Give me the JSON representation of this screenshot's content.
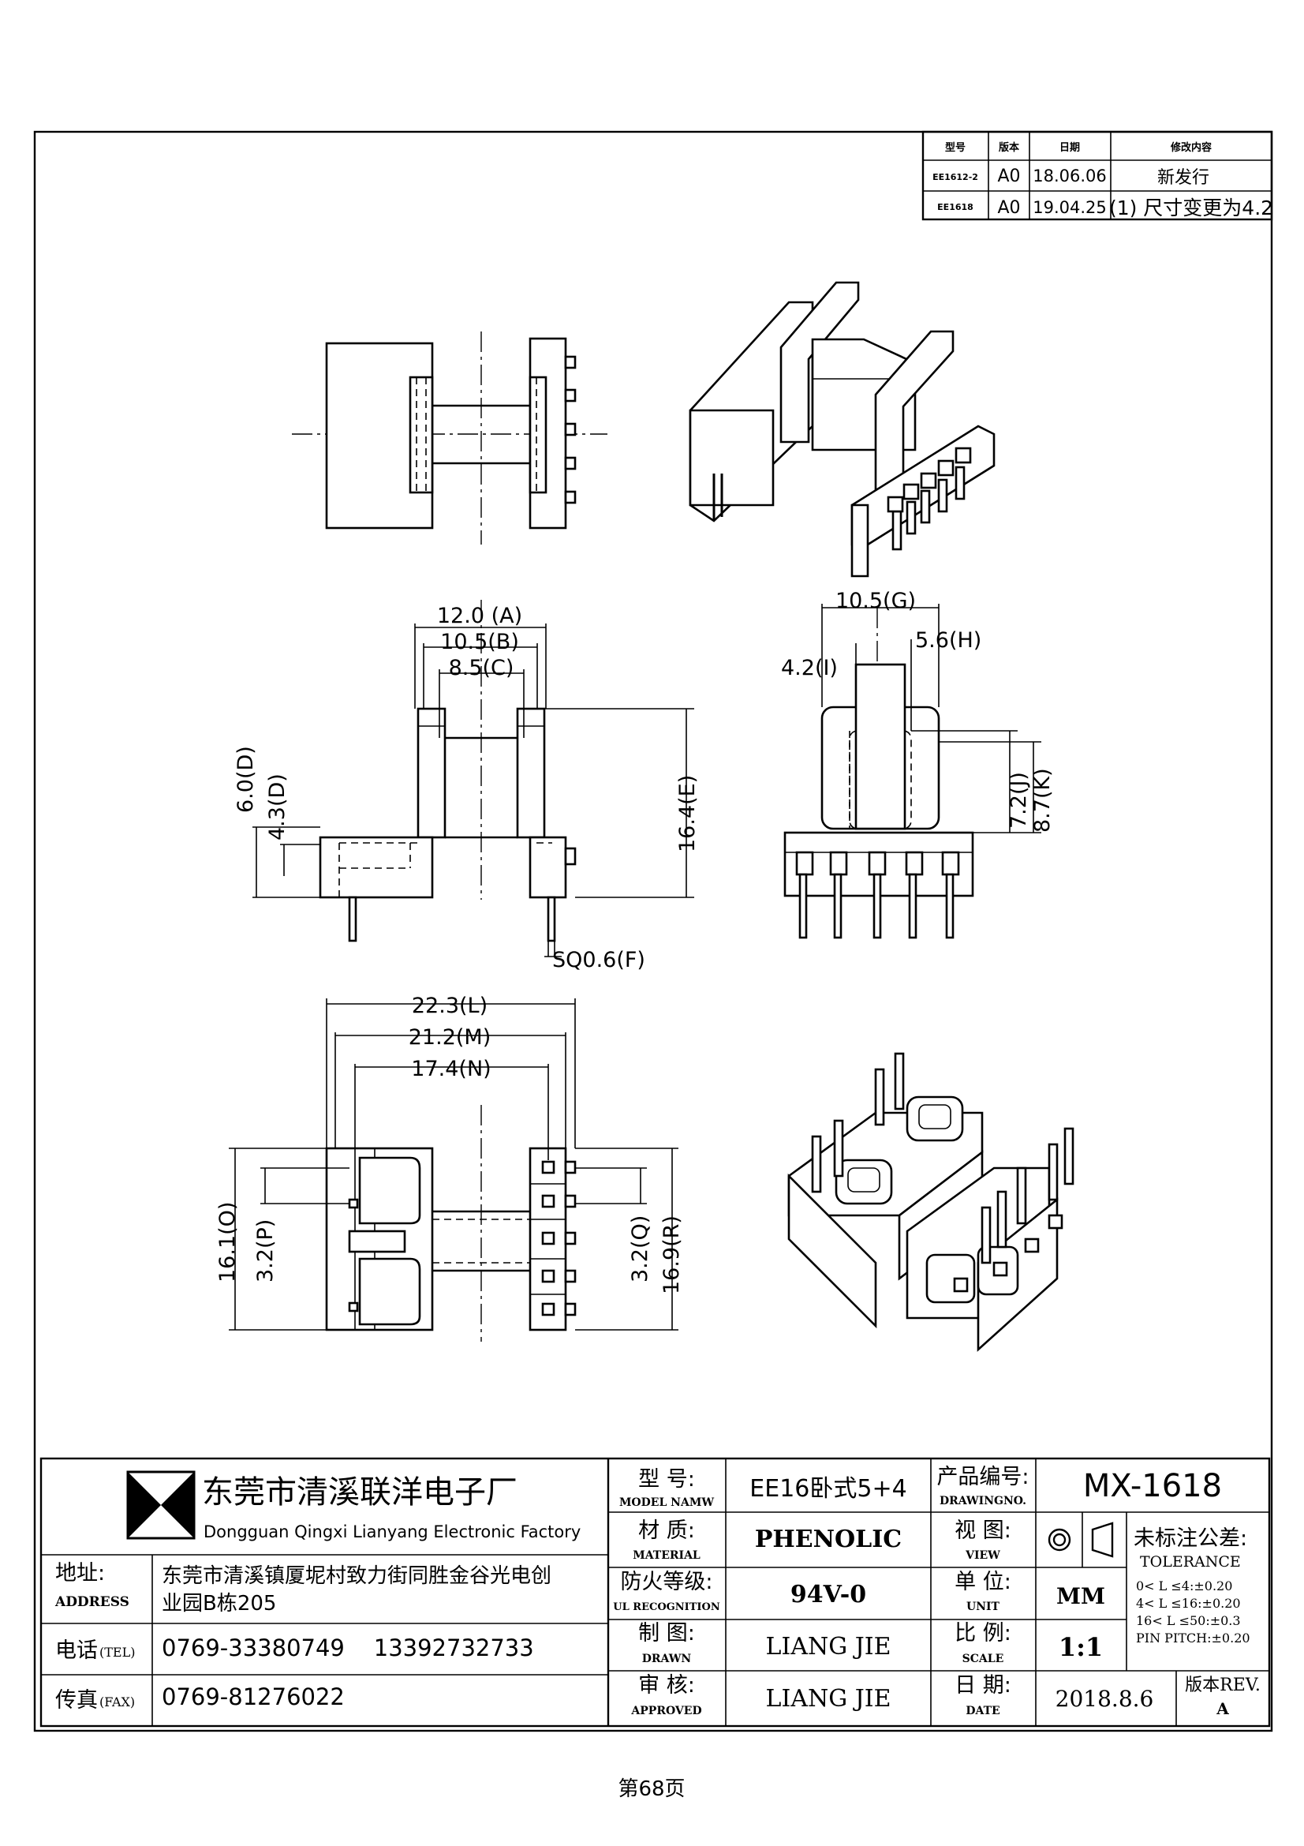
{
  "revision_table": {
    "headers": [
      "型号",
      "版本",
      "日期",
      "修改内容"
    ],
    "rows": [
      {
        "model": "EE1612-2",
        "version": "A0",
        "date": "18.06.06",
        "content": "新发行"
      },
      {
        "model": "EE1618",
        "version": "A0",
        "date": "19.04.25",
        "content": "(1) 尺寸变更为4.2"
      }
    ]
  },
  "dimensions": {
    "A": "12.0 (A)",
    "B": "10.5(B)",
    "C": "8.5(C)",
    "D1": "6.0(D)",
    "D2": "4.3(D)",
    "E": "16.4(E)",
    "F": "SQ0.6(F)",
    "G": "10.5(G)",
    "H": "5.6(H)",
    "I": "4.2(I)",
    "J": "7.2(J)",
    "K": "8.7(K)",
    "L": "22.3(L)",
    "M": "21.2(M)",
    "N": "17.4(N)",
    "O": "16.1(O)",
    "P": "3.2(P)",
    "Q": "3.2(Q)",
    "R": "16.9(R)"
  },
  "title_block": {
    "company_cn": "东莞市清溪联洋电子厂",
    "company_en": "Dongguan Qingxi Lianyang Electronic Factory",
    "address_label": "地址:",
    "address_label_en": "ADDRESS",
    "address_line1": "东莞市清溪镇厦坭村致力街同胜金谷光电创",
    "address_line2": "业园B栋205",
    "tel_label": "电话",
    "tel_label_en": "(TEL)",
    "tel_value": "0769-33380749    13392732733",
    "fax_label": "传真",
    "fax_label_en": "(FAX)",
    "fax_value": "0769-81276022",
    "model_label": "型  号:",
    "model_label_en": "MODEL NAMW",
    "model_value": "EE16卧式5+4",
    "drawing_no_label": "产品编号:",
    "drawing_no_label_en": "DRAWINGNO.",
    "drawing_no_value": "MX-1618",
    "material_label": "材  质:",
    "material_label_en": "MATERIAL",
    "material_value": "PHENOLIC",
    "view_label": "视  图:",
    "view_label_en": "VIEW",
    "ul_label": "防火等级:",
    "ul_label_en": "UL RECOGNITION",
    "ul_value": "94V-0",
    "unit_label": "单  位:",
    "unit_label_en": "UNIT",
    "unit_value": "MM",
    "drawn_label": "制  图:",
    "drawn_label_en": "DRAWN",
    "drawn_value": "LIANG JIE",
    "scale_label": "比  例:",
    "scale_label_en": "SCALE",
    "scale_value": "1:1",
    "approved_label": "审  核:",
    "approved_label_en": "APPROVED",
    "approved_value": "LIANG JIE",
    "date_label": "日  期:",
    "date_label_en": "DATE",
    "date_value": "2018.8.6",
    "rev_label": "版本REV.",
    "rev_value": "A",
    "tolerance_title": "未标注公差:",
    "tolerance_title_en": "TOLERANCE",
    "tolerance_lines": [
      "0< L ≤4:±0.20",
      "4< L ≤16:±0.20",
      "16< L ≤50:±0.3",
      "PIN PITCH:±0.20"
    ]
  },
  "footer": {
    "page_label": "第68页"
  }
}
